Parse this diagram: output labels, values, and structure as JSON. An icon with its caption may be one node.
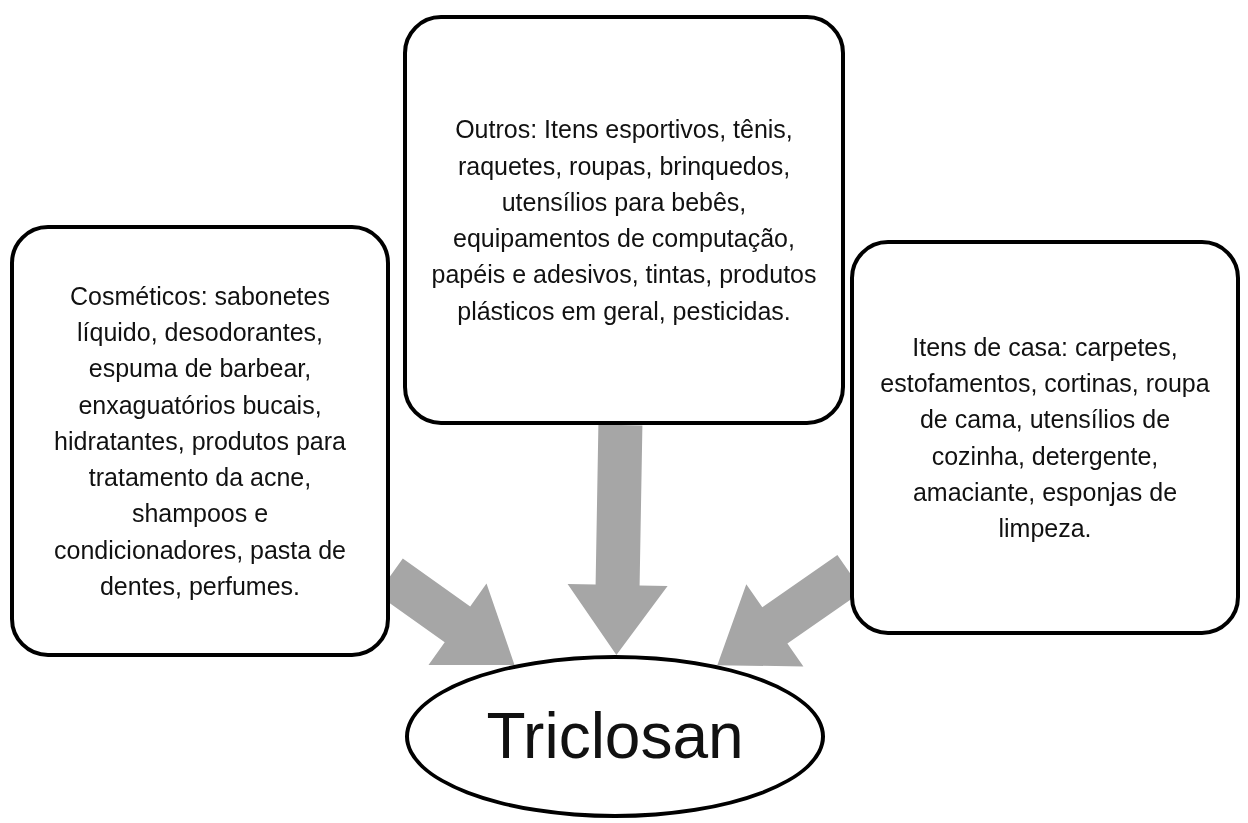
{
  "diagram": {
    "nodes": [
      {
        "text": [
          "Outros: Itens esportivos, tênis, raquetes, roupas, brinquedos, utensílios para bebês, equipamentos de computação, papéis e adesivos, tintas, produtos plásticos em geral, pesticidas."
        ]
      },
      {
        "text": [
          "Cosméticos: sabonetes líquido, desodorantes, espuma de barbear, enxaguatórios bucais, hidratantes, produtos para tratamento da acne, shampoos e condicionadores, pasta de dentes, perfumes."
        ]
      },
      {
        "text": [
          "Itens de casa: carpetes, estofamentos, cortinas, roupa de cama, utensílios de cozinha, detergente, amaciante, esponjas de limpeza."
        ]
      },
      {
        "text": [
          "Triclosan"
        ]
      }
    ],
    "edges": [
      {
        "from": 1,
        "to": 3,
        "arrow": "to"
      },
      {
        "from": 0,
        "to": 3,
        "arrow": "to"
      },
      {
        "from": 2,
        "to": 3,
        "arrow": "to"
      }
    ]
  }
}
